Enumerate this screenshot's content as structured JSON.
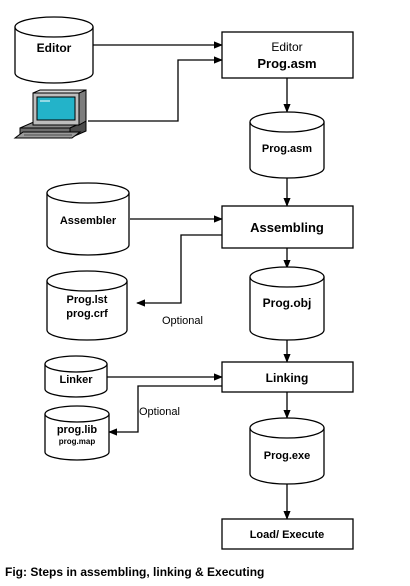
{
  "nodes": {
    "editor_db": {
      "label": "Editor"
    },
    "editor_box": {
      "line1": "Editor",
      "line2": "Prog.asm"
    },
    "prog_asm_db": {
      "label": "Prog.asm"
    },
    "assembler_db": {
      "label": "Assembler"
    },
    "assembling_box": {
      "label": "Assembling"
    },
    "lst_db": {
      "line1": "Prog.lst",
      "line2": "prog.crf"
    },
    "prog_obj_db": {
      "label": "Prog.obj"
    },
    "linker_db": {
      "label": "Linker"
    },
    "linking_box": {
      "label": "Linking"
    },
    "lib_db": {
      "line1": "prog.lib",
      "line2": "prog.map"
    },
    "prog_exe_db": {
      "label": "Prog.exe"
    },
    "load_box": {
      "label": "Load/ Execute"
    }
  },
  "edge_labels": {
    "optional_1": "Optional",
    "optional_2": "Optional"
  },
  "caption": "Fig: Steps in assembling, linking & Executing"
}
